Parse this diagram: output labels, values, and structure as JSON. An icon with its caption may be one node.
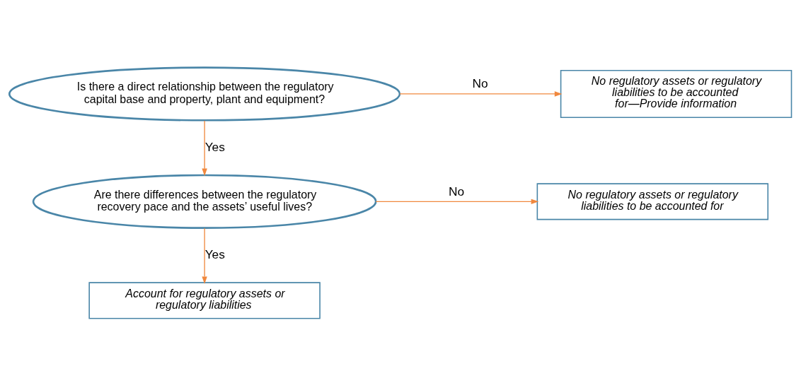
{
  "diagram": {
    "nodes": [
      {
        "text": [
          "Is there a direct relationship between the regulatory capital base and property, plant and equipment?"
        ]
      },
      {
        "text": [
          "No regulatory assets or regulatory liabilities to be accounted for—Provide information"
        ]
      },
      {
        "text": [
          "Are there differences between the regulatory recovery pace and the assets’ useful lives?"
        ]
      },
      {
        "text": [
          "No regulatory assets or regulatory liabilities to be accounted for"
        ]
      },
      {
        "text": [
          "Account for regulatory assets or regulatory liabilities"
        ]
      }
    ],
    "edges": [
      {
        "from": 0,
        "to": 1,
        "arrow": "to",
        "label": "No"
      },
      {
        "from": 0,
        "to": 2,
        "arrow": "to",
        "label": "Yes"
      },
      {
        "from": 2,
        "to": 3,
        "arrow": "to",
        "label": "No"
      },
      {
        "from": 2,
        "to": 4,
        "arrow": "to",
        "label": "Yes"
      }
    ]
  }
}
